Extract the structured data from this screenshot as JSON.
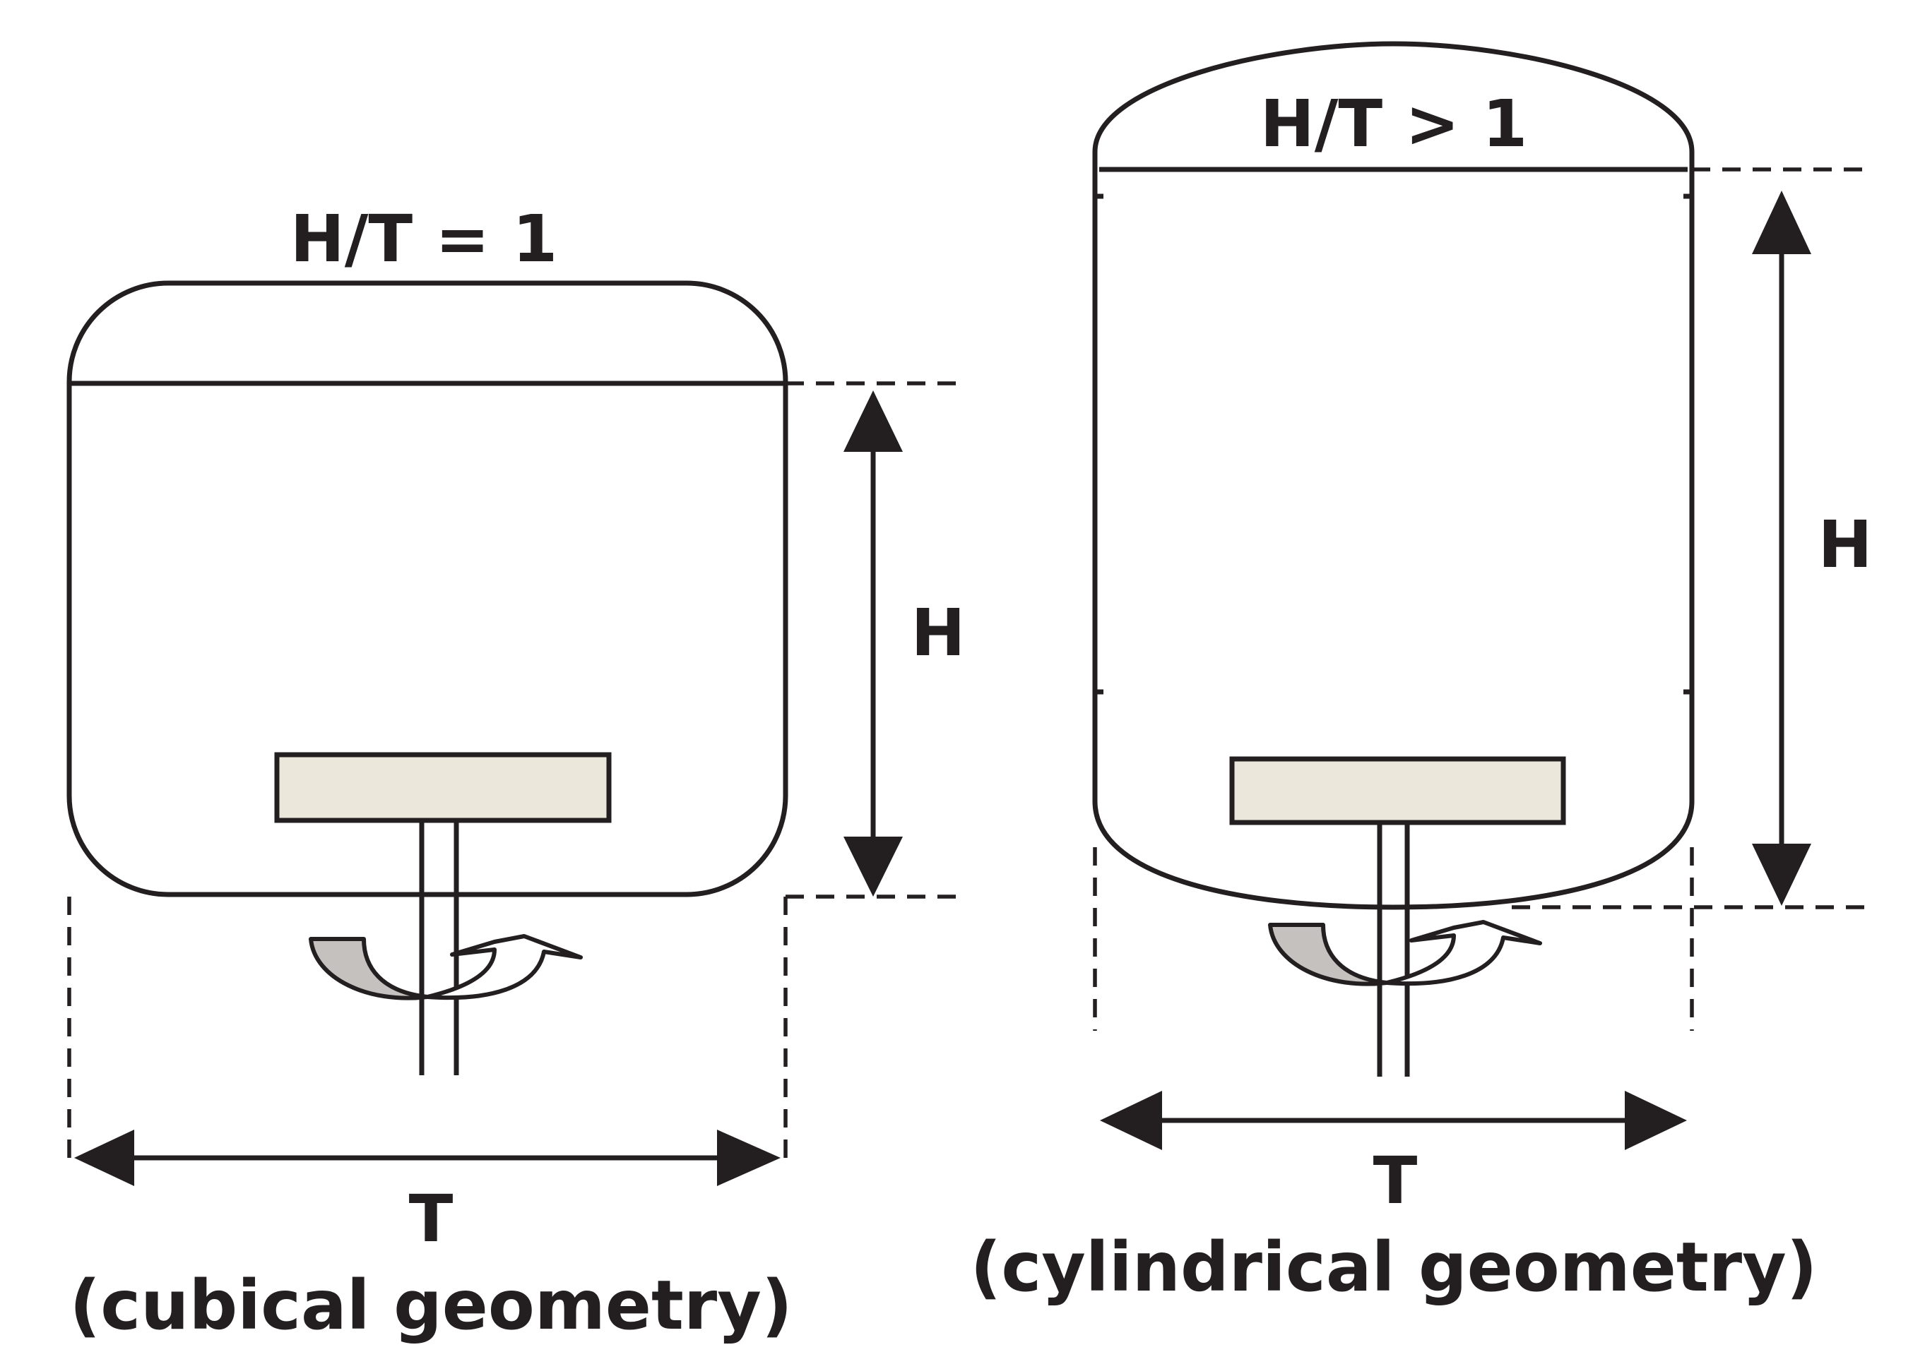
{
  "left_vessel": {
    "ratio_label": "H/T = 1",
    "height_label": "H",
    "width_label": "T",
    "caption": "(cubical geometry)"
  },
  "right_vessel": {
    "ratio_label": "H/T > 1",
    "height_label": "H",
    "width_label": "T",
    "caption": "(cylindrical geometry)"
  },
  "colors": {
    "outline": "#231f20",
    "impeller_blade": "#ebe7da",
    "rotation_arrow_fill": "#c4c1bf"
  },
  "icons": [
    "double-arrow-icon",
    "rotation-arrow-icon",
    "impeller-icon"
  ]
}
